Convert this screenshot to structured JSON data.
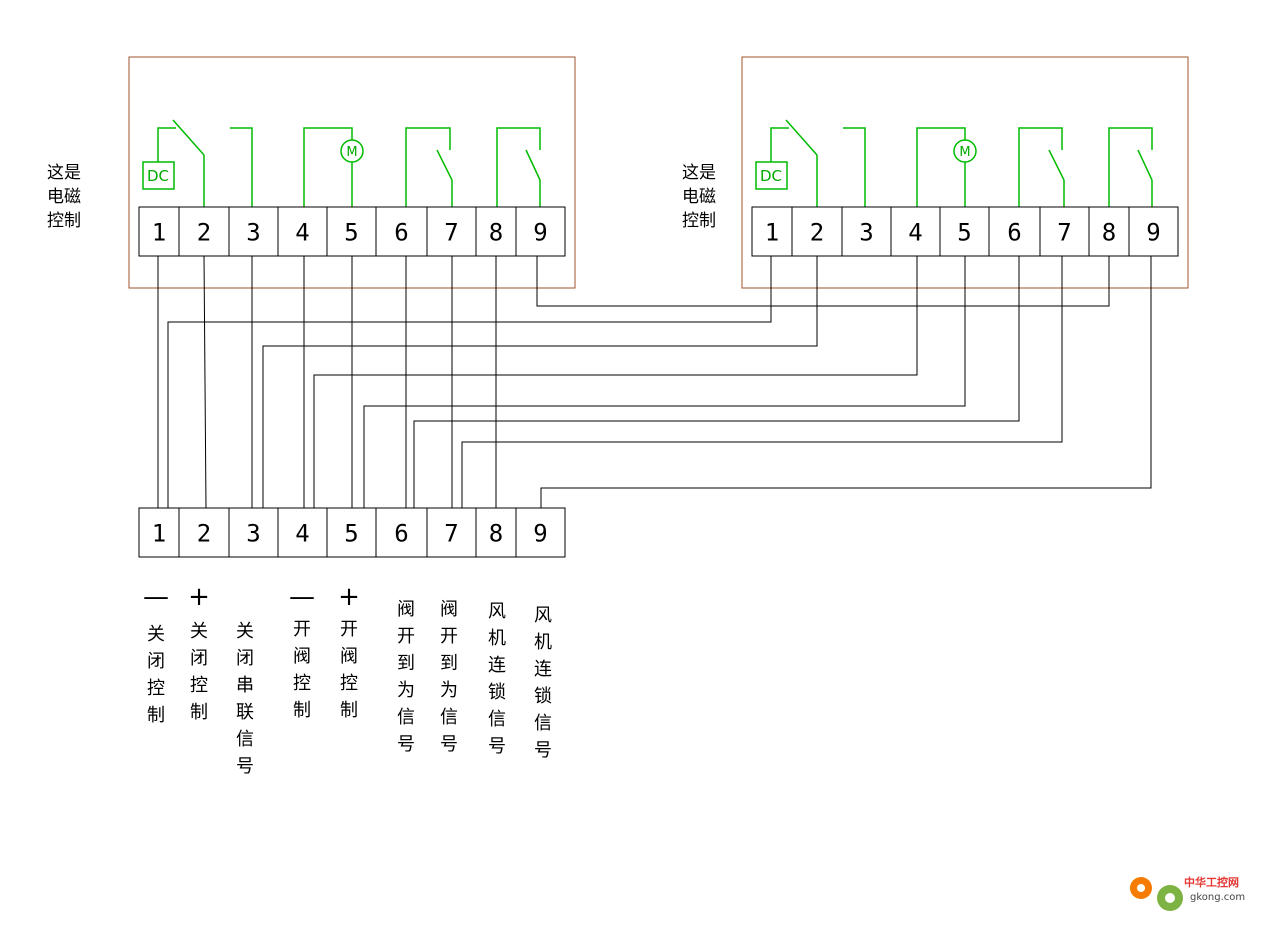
{
  "top_left_unit": {
    "side_label_lines": [
      "这是",
      "电磁",
      "控制"
    ],
    "dc_label": "DC",
    "motor_label": "M",
    "terminals": [
      "1",
      "2",
      "3",
      "4",
      "5",
      "6",
      "7",
      "8",
      "9"
    ]
  },
  "top_right_unit": {
    "side_label_lines": [
      "这是",
      "电磁",
      "控制"
    ],
    "dc_label": "DC",
    "motor_label": "M",
    "terminals": [
      "1",
      "2",
      "3",
      "4",
      "5",
      "6",
      "7",
      "8",
      "9"
    ]
  },
  "bottom_strip": {
    "terminals": [
      "1",
      "2",
      "3",
      "4",
      "5",
      "6",
      "7",
      "8",
      "9"
    ],
    "signs": [
      "—",
      "+",
      "",
      "—",
      "+",
      "",
      "",
      "",
      ""
    ],
    "descriptions": [
      [
        "关",
        "闭",
        "控",
        "制"
      ],
      [
        "关",
        "闭",
        "控",
        "制"
      ],
      [
        "关",
        "闭",
        "串",
        "联",
        "信",
        "号"
      ],
      [
        "开",
        "阀",
        "控",
        "制"
      ],
      [
        "开",
        "阀",
        "控",
        "制"
      ],
      [
        "阀",
        "开",
        "到",
        "为",
        "信",
        "号"
      ],
      [
        "阀",
        "开",
        "到",
        "为",
        "信",
        "号"
      ],
      [
        "风",
        "机",
        "连",
        "锁",
        "信",
        "号"
      ],
      [
        "风",
        "机",
        "连",
        "锁",
        "信",
        "号"
      ]
    ]
  },
  "watermark": {
    "cn": "中华工控网",
    "en": "gkong.com"
  },
  "colors": {
    "box_border": "#a0522d",
    "relay_green": "#00bb00",
    "wire": "#000000"
  }
}
